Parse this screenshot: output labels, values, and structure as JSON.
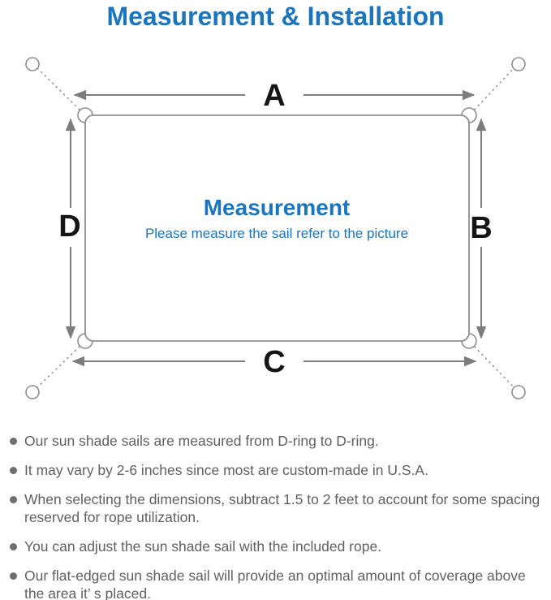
{
  "title": "Measurement & Installation",
  "diagram": {
    "labels": {
      "a": "A",
      "b": "B",
      "c": "C",
      "d": "D"
    },
    "center": {
      "heading": "Measurement",
      "subheading": "Please measure the sail refer to the picture"
    }
  },
  "notes": [
    "Our sun shade sails are measured from D-ring to D-ring.",
    "It may vary by 2-6 inches since most are custom-made in U.S.A.",
    "When selecting the dimensions, subtract 1.5 to 2 feet to account for some spacing reserved for rope utilization.",
    "You can adjust the sun shade sail with the included rope.",
    "Our flat-edged sun shade sail will provide an optimal amount of coverage above the area it’ s placed."
  ],
  "colors": {
    "accent_blue": "#1b75bc",
    "line_gray": "#7d7d7d",
    "border_gray": "#909090",
    "text_gray": "#606060",
    "label_black": "#151515"
  }
}
